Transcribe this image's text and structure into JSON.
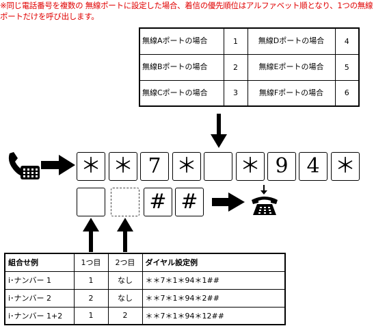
{
  "note": "※同じ電話番号を複数の 無線ポートに設定した場合、着信の優先順位はアルファベット順となり、1つの無線ポートだけを呼び出します。",
  "ports": [
    {
      "left_label": "無線Aポートの場合",
      "left_num": "1",
      "right_label": "無線Dポートの場合",
      "right_num": "4"
    },
    {
      "left_label": "無線Bポートの場合",
      "left_num": "2",
      "right_label": "無線Eポートの場合",
      "right_num": "5"
    },
    {
      "left_label": "無線Cポートの場合",
      "left_num": "3",
      "right_label": "無線Fポートの場合",
      "right_num": "6"
    }
  ],
  "keys_row1": [
    "＊",
    "＊",
    "7",
    "＊",
    "",
    "＊",
    "9",
    "4",
    "＊"
  ],
  "keys_row2": [
    "",
    "",
    "#",
    "#"
  ],
  "icons": {
    "handset": "handset-icon",
    "phone": "telephone-icon"
  },
  "combo_table": {
    "headers": [
      "組合せ例",
      "1つ目",
      "2つ目",
      "ダイヤル設定例"
    ],
    "rows": [
      [
        "i･ナンバー 1",
        "1",
        "なし",
        "＊＊7＊1＊94＊1##"
      ],
      [
        "i･ナンバー 2",
        "2",
        "なし",
        "＊＊7＊1＊94＊2##"
      ],
      [
        "i･ナンバー 1+2",
        "1",
        "2",
        "＊＊7＊1＊94＊12##"
      ]
    ]
  }
}
